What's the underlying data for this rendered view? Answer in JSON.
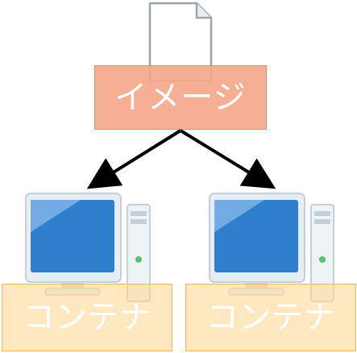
{
  "image_node": {
    "label": "イメージ"
  },
  "containers": [
    {
      "label": "コンテナ"
    },
    {
      "label": "コンテナ"
    }
  ],
  "colors": {
    "image_box": "#f4a98c",
    "container_box": "#ffd68c",
    "monitor_screen": "#2f7fcf",
    "arrow": "#000000"
  },
  "icons": {
    "document": "document-icon",
    "computer": "desktop-computer-icon"
  }
}
